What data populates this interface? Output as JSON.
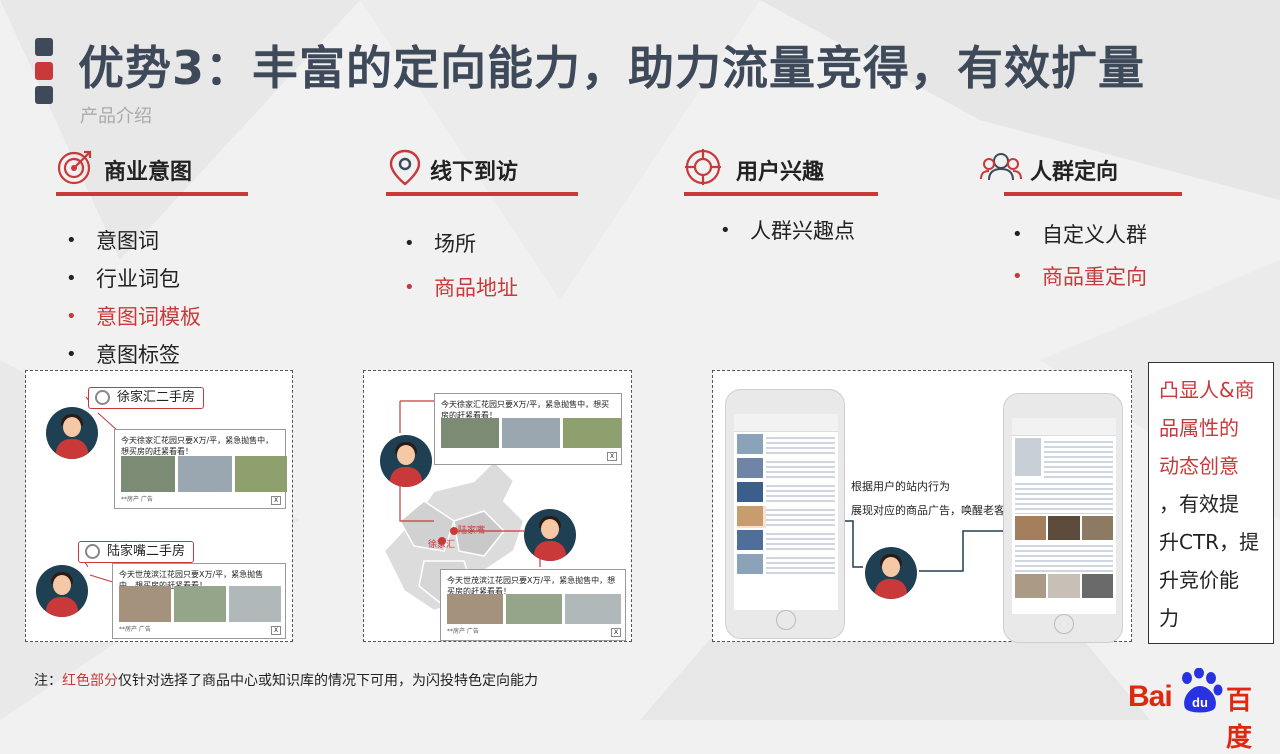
{
  "title": "优势3：丰富的定向能力，助力流量竞得，有效扩量",
  "subtitle": "产品介绍",
  "colors": {
    "accent": "#c9393a",
    "title": "#3e4a5a",
    "navy": "#1f3f53"
  },
  "columns": [
    {
      "label": "商业意图",
      "icon": "target-icon",
      "items": [
        {
          "text": "意图词",
          "highlight": false
        },
        {
          "text": "行业词包",
          "highlight": false
        },
        {
          "text": "意图词模板",
          "highlight": true
        },
        {
          "text": "意图标签",
          "highlight": false
        }
      ]
    },
    {
      "label": "线下到访",
      "icon": "location-pin-icon",
      "items": [
        {
          "text": "场所",
          "highlight": false
        },
        {
          "text": "商品地址",
          "highlight": true
        }
      ]
    },
    {
      "label": "用户兴趣",
      "icon": "crosshair-icon",
      "items": [
        {
          "text": "人群兴趣点",
          "highlight": false
        }
      ]
    },
    {
      "label": "人群定向",
      "icon": "people-icon",
      "items": [
        {
          "text": "自定义人群",
          "highlight": false
        },
        {
          "text": "商品重定向",
          "highlight": true
        }
      ]
    }
  ],
  "panel1": {
    "keyword1": "徐家汇二手房",
    "keyword2": "陆家嘴二手房",
    "ad1_text": "今天徐家汇花园只要X万/平，紧急抛售中，想买房的赶紧看看！",
    "ad2_text": "今天世茂滨江花园只要X万/平，紧急抛售中，想买房的赶紧看看！",
    "ad_meta": "**房产  广告",
    "close": "X"
  },
  "panel2": {
    "ad1_text": "今天徐家汇花园只要X万/平，紧急抛售中，想买房的赶紧看看！",
    "ad2_text": "今天世茂滨江花园只要X万/平，紧急抛售中，想买房的赶紧看看！",
    "ad_meta": "**房产  广告",
    "close": "X",
    "map_label1": "陆家嘴",
    "map_label2": "徐家汇"
  },
  "panel3": {
    "caption_line1": "根据用户的站内行为",
    "caption_line2": "展现对应的商品广告，唤醒老客"
  },
  "note_box": {
    "red_lines": [
      "凸显人&商",
      "品属性的",
      "动态创意"
    ],
    "black_lines": [
      "，有效提",
      "升CTR，提",
      "升竞价能",
      "力"
    ]
  },
  "footer": {
    "prefix": "注：",
    "red": "红色部分",
    "rest": "仅针对选择了商品中心或知识库的情况下可用，为闪投特色定向能力"
  },
  "logo": {
    "part1": "Bai",
    "part2": "百度"
  }
}
